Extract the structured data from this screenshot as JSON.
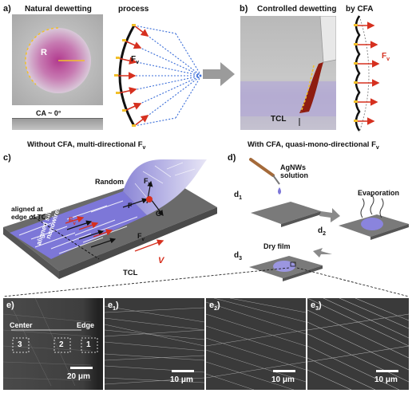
{
  "panel_a": {
    "letter": "a)",
    "title_left": "Natural dewetting",
    "title_right": "process",
    "radius_label": "R",
    "contact_angle": "CA ~ 0°",
    "force_label": "F",
    "force_sub": "v",
    "caption_main": "Without CFA, multi-directional F",
    "caption_sub": "v"
  },
  "panel_b": {
    "letter": "b)",
    "title_left": "Controlled dewetting",
    "title_right": "by CFA",
    "tcl_label": "TCL",
    "force_label": "F",
    "force_sub": "v",
    "caption_main": "With CFA, quasi-mono-directional F",
    "caption_sub": "v"
  },
  "panel_c": {
    "letter": "c)",
    "random_label": "Random",
    "aligned_label_1": "aligned at",
    "aligned_label_2": "edge of TCL",
    "nanowires_label_1": "aligned silver",
    "nanowires_label_2": "nanowires",
    "fl_label": "F",
    "fl_sub": "L",
    "f_label": "F",
    "g_label": "G",
    "fv_label": "F",
    "fv_sub": "v",
    "fv2_label": "F",
    "fv2_sub": "v",
    "v_label": "V",
    "tcl_label": "TCL"
  },
  "panel_d": {
    "letter": "d)",
    "solution_1": "AgNWs",
    "solution_2": "solution",
    "d1": "d",
    "d1_sub": "1",
    "evaporation": "Evaporation",
    "d2": "d",
    "d2_sub": "2",
    "dry_film": "Dry film",
    "d3": "d",
    "d3_sub": "3"
  },
  "panel_e": {
    "letter": "e)",
    "center": "Center",
    "edge": "Edge",
    "box_1": "1",
    "box_2": "2",
    "box_3": "3",
    "scale": "20 μm",
    "e1_letter": "e",
    "e1_sub": "1",
    "e1_letter_suffix": ")",
    "e1_scale": "10 μm",
    "e2_letter": "e",
    "e2_sub": "2",
    "e2_letter_suffix": ")",
    "e2_scale": "10 μm",
    "e3_letter": "e",
    "e3_sub": "3",
    "e3_letter_suffix": ")",
    "e3_scale": "10 μm"
  },
  "colors": {
    "arrow_red": "#d6301f",
    "arc_yellow": "#f2c029",
    "drop_purple": "#c9a3cf",
    "wire_blue": "#7d77d8",
    "sem_gray": "#3a3a3a"
  }
}
